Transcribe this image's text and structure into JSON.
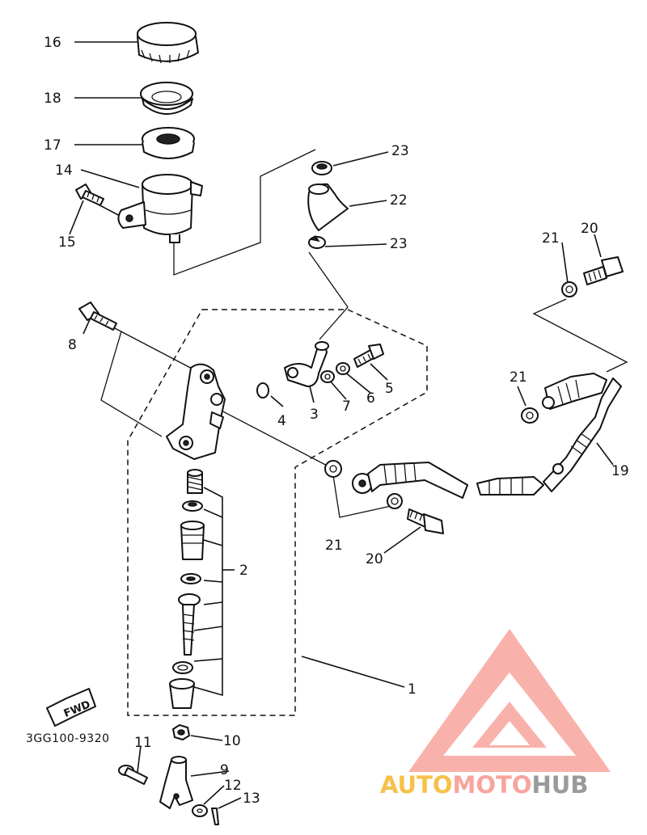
{
  "diagram": {
    "labels": {
      "l1": "1",
      "l2": "2",
      "l3": "3",
      "l4": "4",
      "l5": "5",
      "l6": "6",
      "l7": "7",
      "l8": "8",
      "l9": "9",
      "l10": "10",
      "l11": "11",
      "l12": "12",
      "l13": "13",
      "l14": "14",
      "l15": "15",
      "l16": "16",
      "l17": "17",
      "l18": "18",
      "l19": "19",
      "l20a": "20",
      "l20b": "20",
      "l21a": "21",
      "l21b": "21",
      "l21c": "21",
      "l22": "22",
      "l23a": "23",
      "l23b": "23"
    },
    "fwd": "FWD",
    "code": "3GG100-9320"
  },
  "watermark": {
    "part1": "AUTO",
    "part2": "MOTO",
    "part3": "HUB",
    "color_primary": "#f8a49c",
    "color_secondary": "#f6c04a",
    "color_dark": "#9a9a9a"
  }
}
